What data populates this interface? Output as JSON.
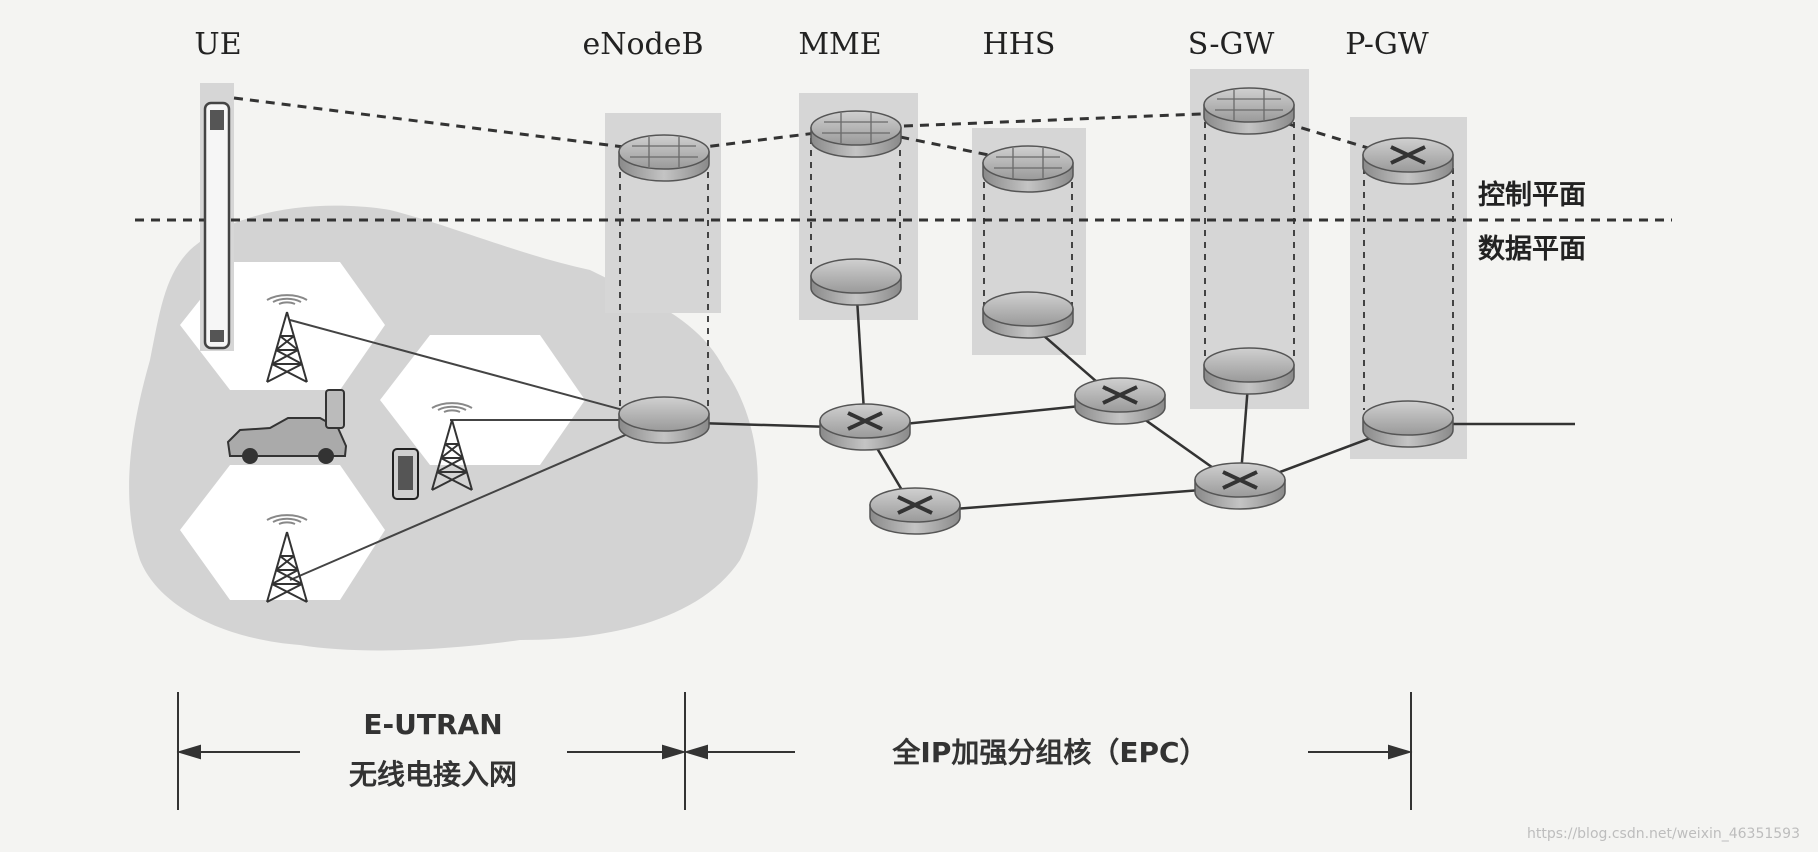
{
  "elements": {
    "ue": "UE",
    "enodeb": "eNodeB",
    "mme": "MME",
    "hhs": "HHS",
    "sgw": "S-GW",
    "pgw": "P-GW"
  },
  "planes": {
    "control": "控制平面",
    "data": "数据平面"
  },
  "regions": {
    "eutran_line1": "E-UTRAN",
    "eutran_line2": "无线电接入网",
    "epc": "全IP加强分组核（EPC）"
  },
  "watermark": "https://blog.csdn.net/weixin_46351593",
  "colors": {
    "router_fill": "#a9a9a9",
    "column_shade": "#d6d6d6",
    "cloud": "#d3d3d3",
    "line": "#333333"
  }
}
